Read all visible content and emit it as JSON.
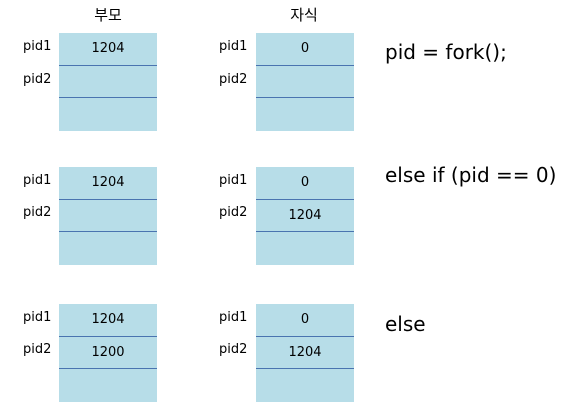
{
  "headers": {
    "parent": "부모",
    "child": "자식"
  },
  "var_labels": [
    "pid1",
    "pid2"
  ],
  "rows": [
    {
      "code": "pid = fork();",
      "parent": {
        "pid1": "1204",
        "pid2": ""
      },
      "child": {
        "pid1": "0",
        "pid2": ""
      }
    },
    {
      "code": "else if (pid == 0)",
      "parent": {
        "pid1": "1204",
        "pid2": ""
      },
      "child": {
        "pid1": "0",
        "pid2": "1204"
      }
    },
    {
      "code": "else",
      "parent": {
        "pid1": "1204",
        "pid2": "1200"
      },
      "child": {
        "pid1": "0",
        "pid2": "1204"
      }
    }
  ],
  "colors": {
    "box_fill": "#b7dde8",
    "separator": "#4a74b0"
  }
}
